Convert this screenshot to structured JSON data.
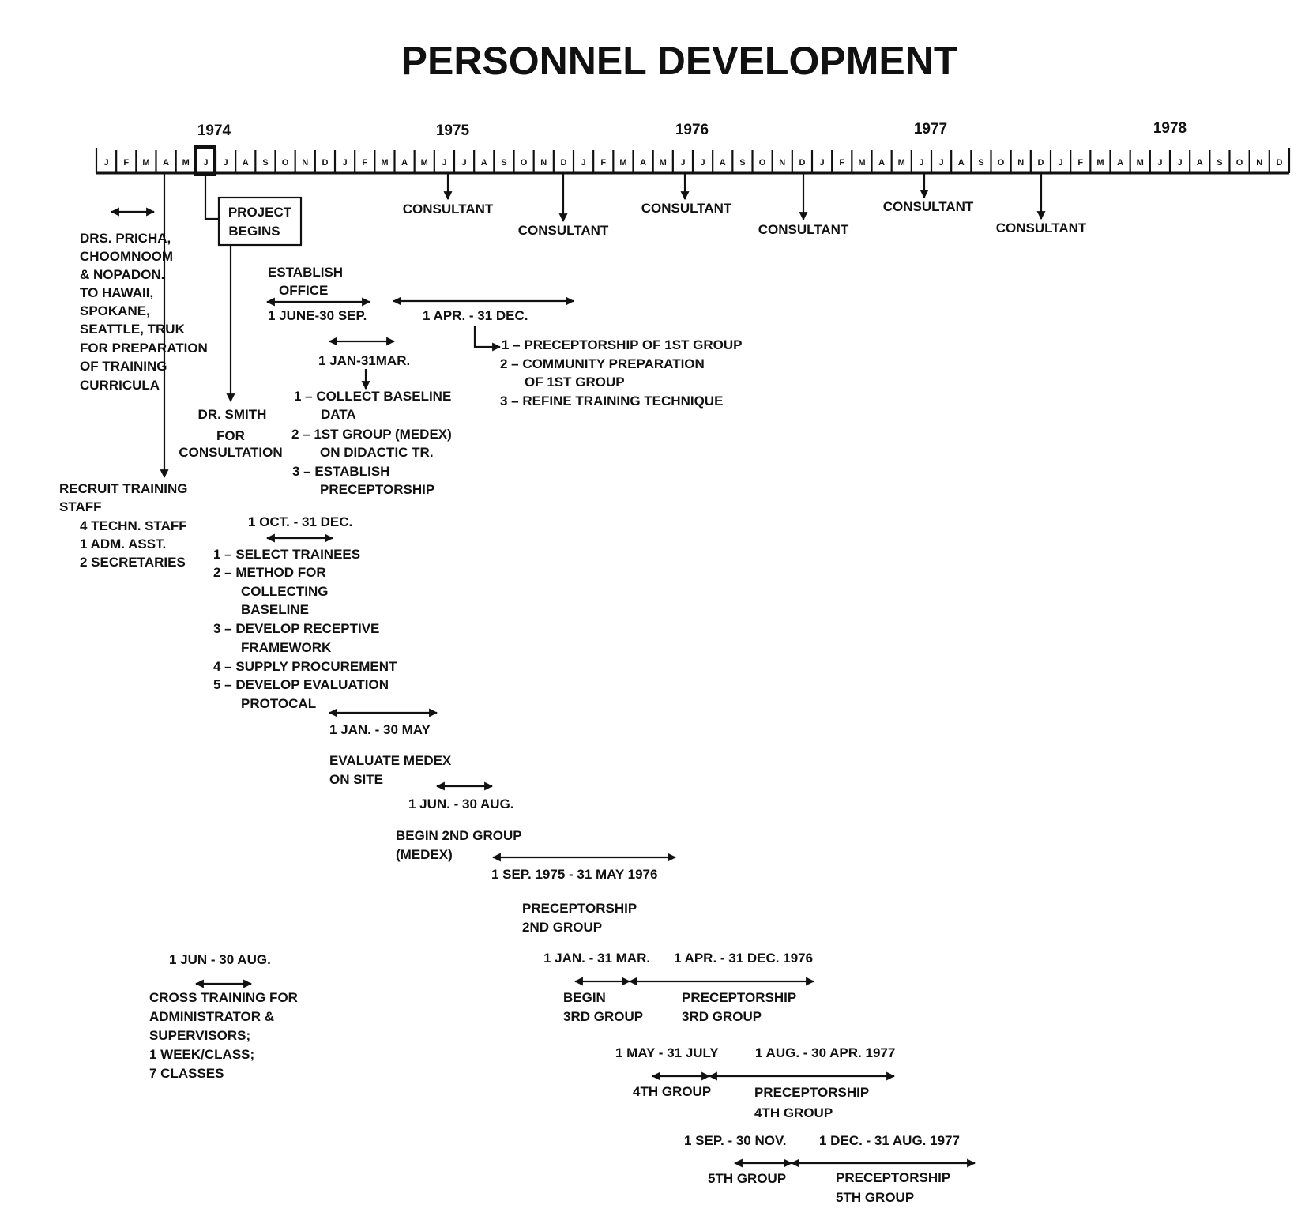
{
  "title": "PERSONNEL DEVELOPMENT",
  "years": [
    "1974",
    "1975",
    "1976",
    "1977",
    "1978"
  ],
  "month_letters": [
    "J",
    "F",
    "M",
    "A",
    "M",
    "J",
    "J",
    "A",
    "S",
    "O",
    "N",
    "D"
  ],
  "current_month_marker": "J",
  "consultants": [
    "CONSULTANT",
    "CONSULTANT",
    "CONSULTANT",
    "CONSULTANT",
    "CONSULTANT",
    "CONSULTANT"
  ],
  "project_begins": [
    "PROJECT",
    "BEGINS"
  ],
  "drs_travel": [
    "DRS. PRICHA,",
    "CHOOMNOOM",
    "& NOPADON.",
    "TO HAWAII,",
    "SPOKANE,",
    "SEATTLE, TRUK",
    "FOR PREPARATION",
    "OF TRAINING",
    "CURRICULA"
  ],
  "dr_smith": [
    "DR. SMITH",
    "FOR",
    "CONSULTATION"
  ],
  "recruit": [
    "RECRUIT TRAINING",
    "STAFF",
    "4 TECHN. STAFF",
    "1 ADM. ASST.",
    "2 SECRETARIES"
  ],
  "establish_office": [
    "ESTABLISH",
    "OFFICE"
  ],
  "establish_dates": "1 JUNE-30 SEP.",
  "apr_dec_dates": "1 APR. - 31 DEC.",
  "first_group_items": [
    "1 – PRECEPTORSHIP OF 1ST GROUP",
    "2 – COMMUNITY PREPARATION",
    "OF 1ST GROUP",
    "3 – REFINE TRAINING TECHNIQUE"
  ],
  "jan_mar_dates": "1 JAN-31MAR.",
  "baseline_items": [
    "1 – COLLECT BASELINE",
    "DATA",
    "2 – 1ST GROUP (MEDEX)",
    "ON DIDACTIC TR.",
    "3 – ESTABLISH",
    "PRECEPTORSHIP"
  ],
  "oct_dec_dates": "1 OCT. - 31 DEC.",
  "trainee_items": [
    "1 – SELECT TRAINEES",
    "2 – METHOD FOR",
    "COLLECTING",
    "BASELINE",
    "3 – DEVELOP RECEPTIVE",
    "FRAMEWORK",
    "4 – SUPPLY PROCUREMENT",
    "5 – DEVELOP EVALUATION",
    "PROTOCAL"
  ],
  "jan_may_dates": "1 JAN. - 30 MAY",
  "evaluate": [
    "EVALUATE MEDEX",
    "ON SITE"
  ],
  "jun_aug_dates": "1 JUN. - 30 AUG.",
  "begin_2nd": [
    "BEGIN 2ND GROUP",
    "(MEDEX)"
  ],
  "sep_may_dates": "1 SEP. 1975 - 31 MAY 1976",
  "precep_2nd": [
    "PRECEPTORSHIP",
    "2ND GROUP"
  ],
  "cross_dates": "1 JUN - 30 AUG.",
  "cross_training": [
    "CROSS TRAINING FOR",
    "ADMINISTRATOR &",
    "SUPERVISORS;",
    "1 WEEK/CLASS;",
    "7 CLASSES"
  ],
  "g3_dates_a": "1 JAN. - 31 MAR.",
  "g3_dates_b": "1 APR. - 31 DEC. 1976",
  "g3_begin": [
    "BEGIN",
    "3RD GROUP"
  ],
  "g3_precep": [
    "PRECEPTORSHIP",
    "3RD GROUP"
  ],
  "g4_dates_a": "1 MAY - 31 JULY",
  "g4_dates_b": "1 AUG. - 30 APR. 1977",
  "g4_group": "4TH GROUP",
  "g4_precep": [
    "PRECEPTORSHIP",
    "4TH GROUP"
  ],
  "g5_dates_a": "1 SEP. - 30 NOV.",
  "g5_dates_b": "1 DEC. - 31 AUG. 1977",
  "g5_group": "5TH GROUP",
  "g5_precep": [
    "PRECEPTORSHIP",
    "5TH GROUP"
  ]
}
